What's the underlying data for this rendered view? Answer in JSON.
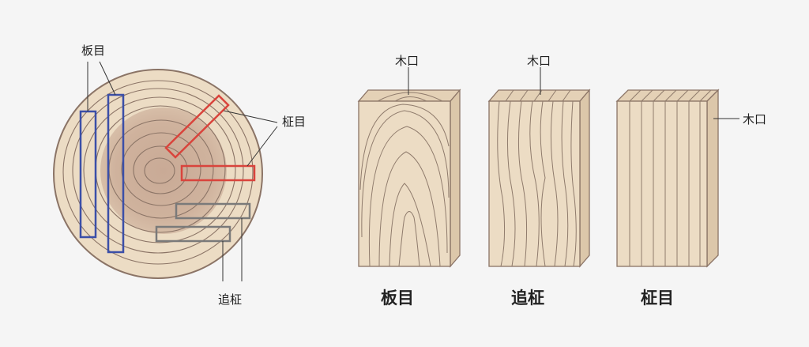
{
  "log": {
    "label_itame": "板目",
    "label_masame": "柾目",
    "label_oimasa": "追柾"
  },
  "blocks": [
    {
      "id": "itame",
      "caption": "板目",
      "koguchi_label": "木口"
    },
    {
      "id": "oimasa",
      "caption": "追柾",
      "koguchi_label": "木口"
    },
    {
      "id": "masame",
      "caption": "柾目",
      "koguchi_label": "木口"
    }
  ],
  "colors": {
    "itame_cut": "#3b4fa8",
    "masame_cut": "#d9443c",
    "oimasa_cut": "#7a7a7a",
    "wood_light": "#ecdcc4",
    "heartwood": "#c9aa96",
    "outline": "#8b7466"
  }
}
